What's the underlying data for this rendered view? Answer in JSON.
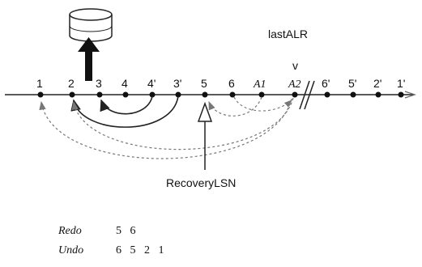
{
  "diagram": {
    "log_positions": [
      "1",
      "2",
      "3",
      "4",
      "4'",
      "3'",
      "5",
      "6",
      "A1",
      "A2",
      "6'",
      "5'",
      "2'",
      "1'"
    ],
    "marker_above_A2": "v",
    "top_label": "lastALR",
    "bottom_label": "RecoveryLSN"
  },
  "lists": {
    "redo": {
      "label": "Redo",
      "values": "5   6"
    },
    "undo": {
      "label": "Undo",
      "values": "6   5   2   1"
    }
  }
}
